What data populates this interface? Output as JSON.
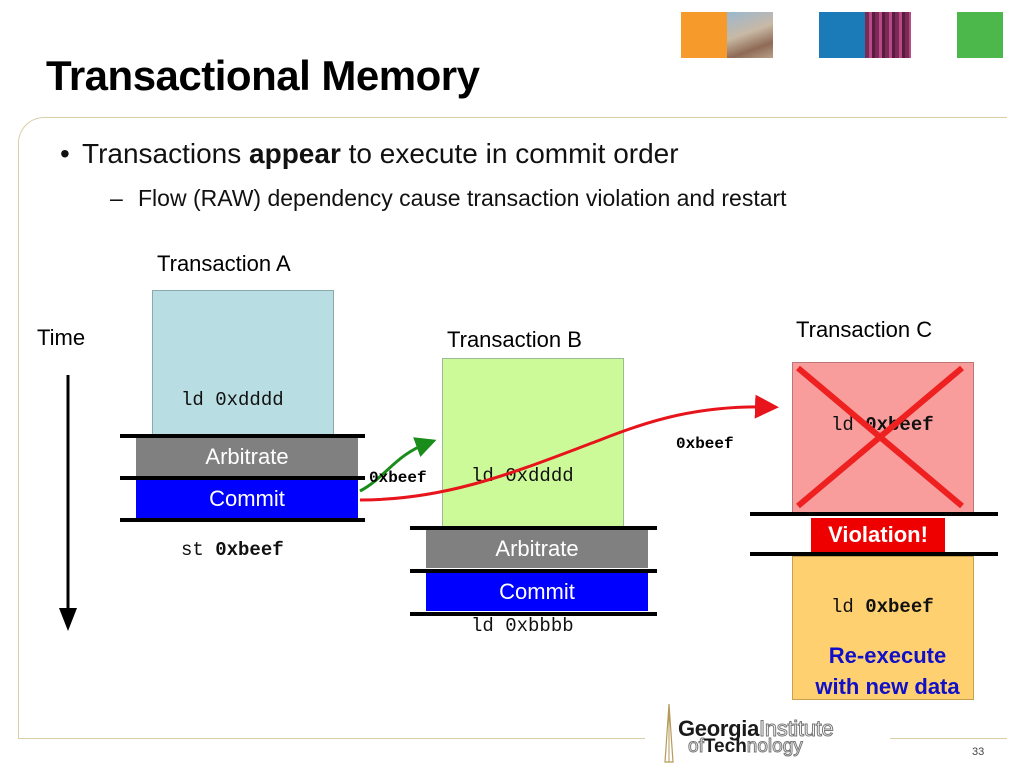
{
  "slide": {
    "title": "Transactional Memory",
    "page_number": "33"
  },
  "bullets": {
    "main": {
      "marker": "•",
      "pre": "Transactions ",
      "emphasis": "appear",
      "post": " to execute in commit order"
    },
    "sub": {
      "marker": "–",
      "text": "Flow (RAW) dependency cause transaction violation and restart"
    }
  },
  "diagram": {
    "time_label": "Time",
    "transaction_a": {
      "label": "Transaction A",
      "code_line_1": "ld 0xdddd",
      "code_line_2": "...",
      "code_line_3_pre": "st ",
      "code_line_3_bold": "0xbeef",
      "arbitrate": "Arbitrate",
      "commit": "Commit"
    },
    "transaction_b": {
      "label": "Transaction B",
      "code_line_1": "ld 0xdddd",
      "code_line_2": "...",
      "code_line_3": "ld 0xbbbb",
      "arbitrate": "Arbitrate",
      "commit": "Commit"
    },
    "transaction_c": {
      "label": "Transaction C",
      "code_line_pre": "ld ",
      "code_line_bold": "0xbeef",
      "violation": "Violation!",
      "reexec_code_pre": "ld ",
      "reexec_code_bold": "0xbeef",
      "reexec_line_1": "Re-execute",
      "reexec_line_2": "with new data"
    },
    "arrow_label_to_b": "0xbeef",
    "arrow_label_to_c": "0xbeef"
  },
  "logo": {
    "line1_bold": "Georgia",
    "line1_light": "Institute",
    "line2_bold_pre": "of",
    "line2_bold": "Tech",
    "line2_light": "nology"
  },
  "colors": {
    "tx_a_fill": "#b8dde2",
    "tx_b_fill": "#ccfa98",
    "tx_c_fill": "#f99c9c",
    "tx_c_reexec_fill": "#ffd070",
    "arbitrate_fill": "#808080",
    "commit_fill": "#0000ff",
    "arrow_red": "#e8141c",
    "arrow_green": "#1a8c1a",
    "violation_red": "#ee0000"
  }
}
